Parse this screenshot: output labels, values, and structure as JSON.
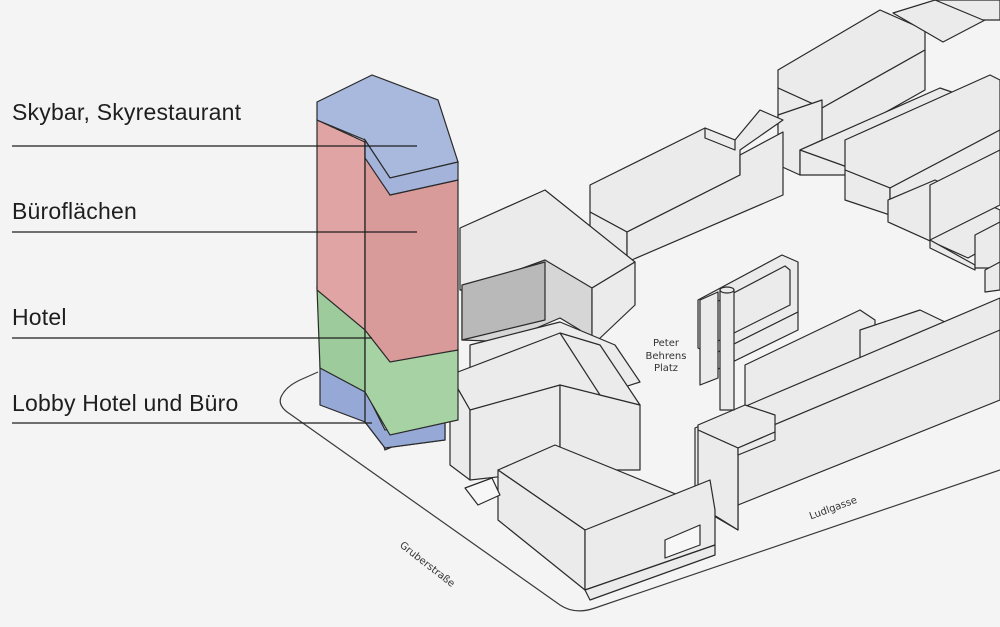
{
  "labels": {
    "sky": "Skybar, Skyrestaurant",
    "office": "Büroflächen",
    "hotel": "Hotel",
    "lobby": "Lobby Hotel und Büro"
  },
  "streets": {
    "gruber": "Gruberstraße",
    "ludl": "Ludlgasse"
  },
  "place": {
    "line1": "Peter",
    "line2": "Behrens",
    "line3": "Platz"
  },
  "colors": {
    "sky": "#a9b8dd",
    "office": "#e0a4a4",
    "hotel": "#9ecb9b",
    "lobby": "#95a8d6"
  }
}
